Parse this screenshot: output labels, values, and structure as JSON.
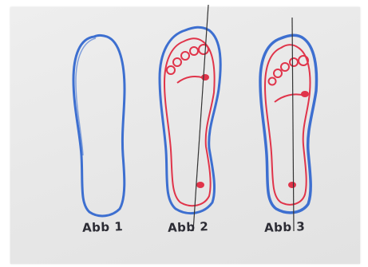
{
  "figures": [
    {
      "id": "abb-1",
      "caption": "Abb 1"
    },
    {
      "id": "abb-2",
      "caption": "Abb 2"
    },
    {
      "id": "abb-3",
      "caption": "Abb 3"
    }
  ],
  "colors": {
    "paper": "#e9e9e9",
    "outline_blue": "#3d6fd0",
    "footprint_red": "#e0344a",
    "axis_line": "#333333",
    "caption_ink": "#2c2c34"
  }
}
